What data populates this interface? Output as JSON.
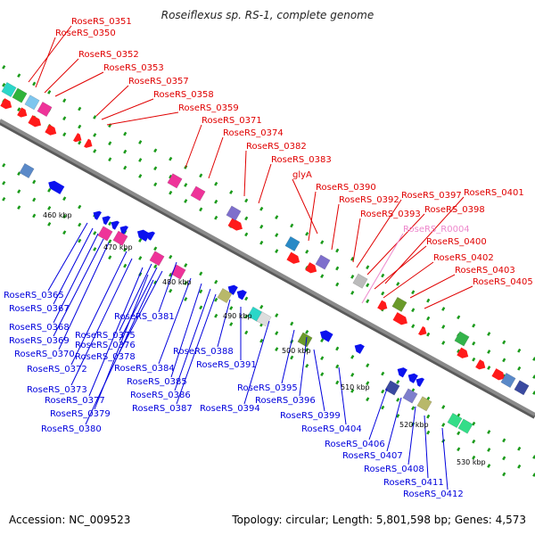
{
  "header": {
    "title": "Roseiflexus sp. RS-1, complete genome"
  },
  "footer": {
    "accession": "Accession: NC_009523",
    "summary": "Topology: circular; Length: 5,801,598 bp; Genes: 4,573"
  },
  "kbp_markers": [
    "460 kbp",
    "470 kbp",
    "480 kbp",
    "490 kbp",
    "500 kbp",
    "510 kbp",
    "520 kbp",
    "530 kbp"
  ],
  "colors": {
    "forward_label": "#e00000",
    "reverse_label": "#0000dd",
    "rna_label": "#ee88cc",
    "forward_cds": "#ff1a1a",
    "reverse_cds": "#0b12ee",
    "backbone": "#8a8a8a",
    "tick": "#1a9a1a"
  },
  "top_labels": [
    {
      "text": "RoseRS_0351",
      "color": "red"
    },
    {
      "text": "RoseRS_0350",
      "color": "red"
    },
    {
      "text": "RoseRS_0352",
      "color": "red"
    },
    {
      "text": "RoseRS_0353",
      "color": "red"
    },
    {
      "text": "RoseRS_0357",
      "color": "red"
    },
    {
      "text": "RoseRS_0358",
      "color": "red"
    },
    {
      "text": "RoseRS_0359",
      "color": "red"
    },
    {
      "text": "RoseRS_0371",
      "color": "red"
    },
    {
      "text": "RoseRS_0374",
      "color": "red"
    },
    {
      "text": "RoseRS_0382",
      "color": "red"
    },
    {
      "text": "RoseRS_0383",
      "color": "red"
    },
    {
      "text": "glyA",
      "color": "red"
    },
    {
      "text": "RoseRS_0390",
      "color": "red"
    },
    {
      "text": "RoseRS_0392",
      "color": "red"
    },
    {
      "text": "RoseRS_0393",
      "color": "red"
    },
    {
      "text": "RoseRS_0397",
      "color": "red"
    },
    {
      "text": "RoseRS_0398",
      "color": "red"
    },
    {
      "text": "RoseRS_0401",
      "color": "red"
    },
    {
      "text": "RoseRS_R0004",
      "color": "pink"
    },
    {
      "text": "RoseRS_0400",
      "color": "red"
    },
    {
      "text": "RoseRS_0402",
      "color": "red"
    },
    {
      "text": "RoseRS_0403",
      "color": "red"
    },
    {
      "text": "RoseRS_0405",
      "color": "red"
    }
  ],
  "bottom_labels": [
    {
      "text": "RoseRS_0365"
    },
    {
      "text": "RoseRS_0367"
    },
    {
      "text": "RoseRS_0368"
    },
    {
      "text": "RoseRS_0369"
    },
    {
      "text": "RoseRS_0370"
    },
    {
      "text": "RoseRS_0372"
    },
    {
      "text": "RoseRS_0373"
    },
    {
      "text": "RoseRS_0375"
    },
    {
      "text": "RoseRS_0376"
    },
    {
      "text": "RoseRS_0378"
    },
    {
      "text": "RoseRS_0377"
    },
    {
      "text": "RoseRS_0379"
    },
    {
      "text": "RoseRS_0380"
    },
    {
      "text": "RoseRS_0381"
    },
    {
      "text": "RoseRS_0384"
    },
    {
      "text": "RoseRS_0385"
    },
    {
      "text": "RoseRS_0386"
    },
    {
      "text": "RoseRS_0387"
    },
    {
      "text": "RoseRS_0388"
    },
    {
      "text": "RoseRS_0391"
    },
    {
      "text": "RoseRS_0394"
    },
    {
      "text": "RoseRS_0395"
    },
    {
      "text": "RoseRS_0396"
    },
    {
      "text": "RoseRS_0399"
    },
    {
      "text": "RoseRS_0404"
    },
    {
      "text": "RoseRS_0406"
    },
    {
      "text": "RoseRS_0407"
    },
    {
      "text": "RoseRS_0408"
    },
    {
      "text": "RoseRS_0411"
    },
    {
      "text": "RoseRS_0412"
    }
  ]
}
